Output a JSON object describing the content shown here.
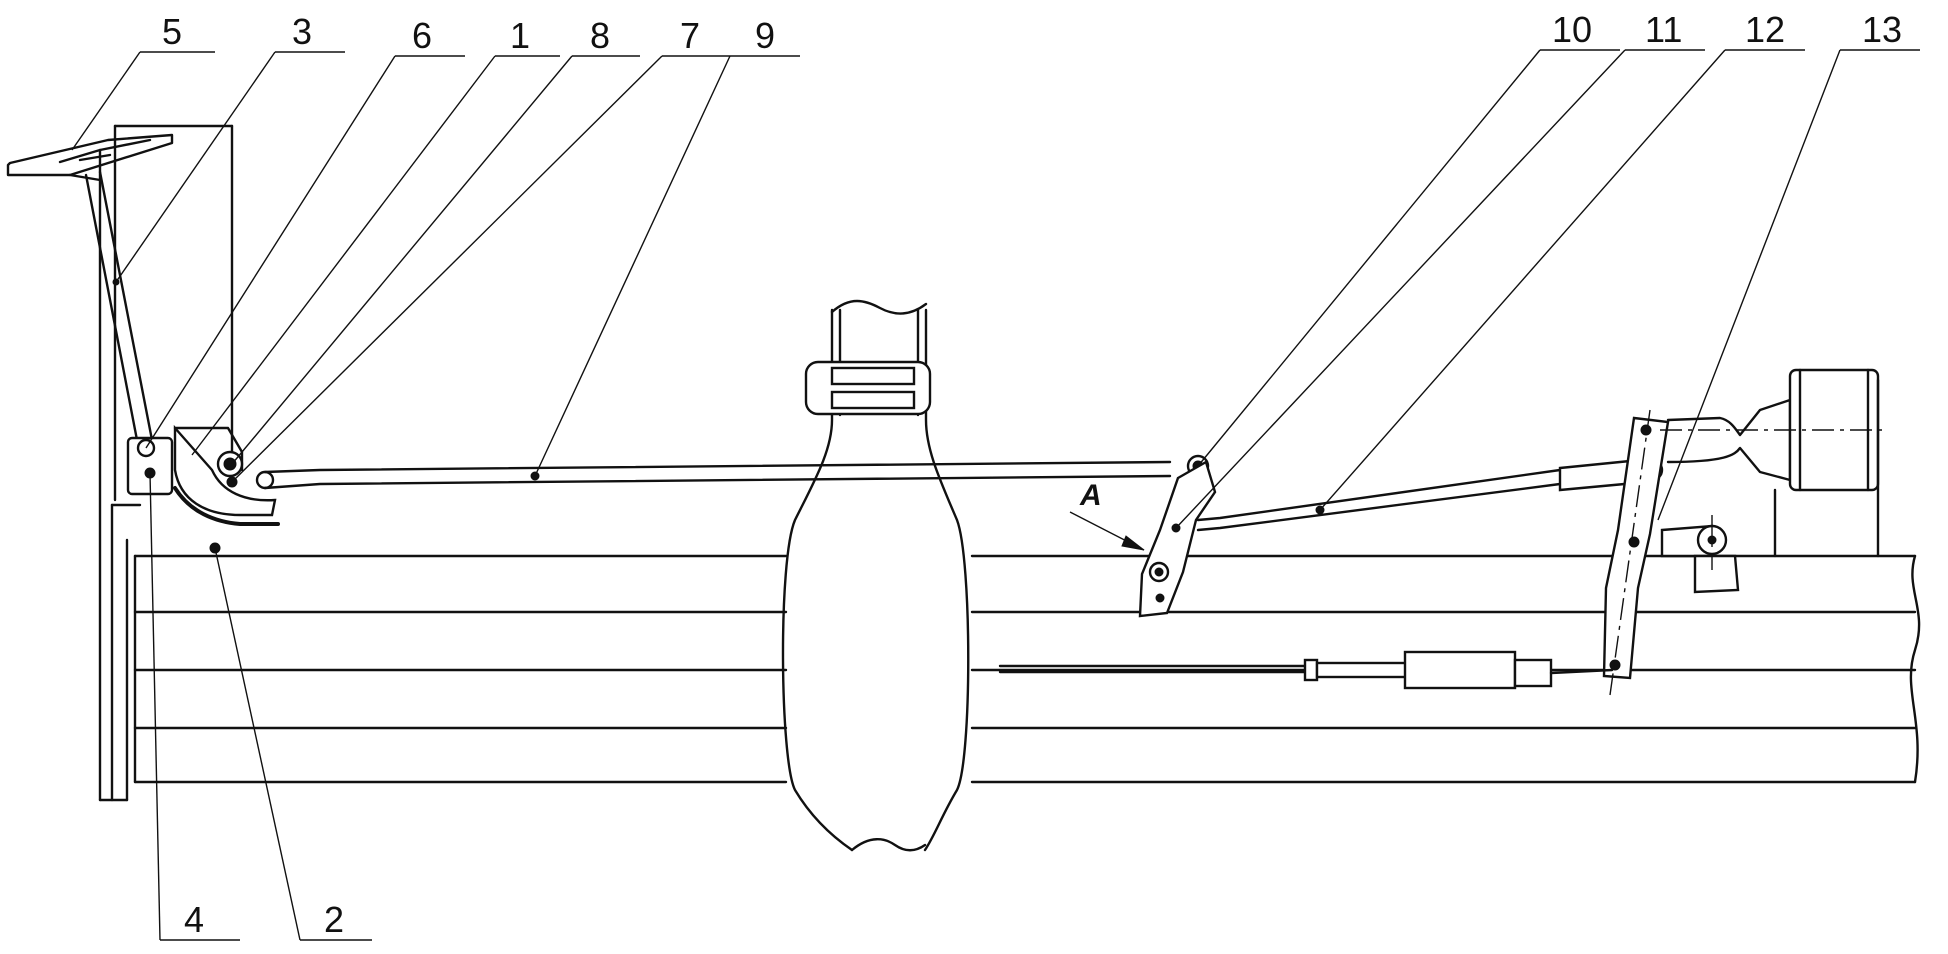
{
  "callouts": {
    "c1": "1",
    "c2": "2",
    "c3": "3",
    "c4": "4",
    "c5": "5",
    "c6": "6",
    "c7": "7",
    "c8": "8",
    "c9": "9",
    "c10": "10",
    "c11": "11",
    "c12": "12",
    "c13": "13"
  },
  "view_marker": "A"
}
